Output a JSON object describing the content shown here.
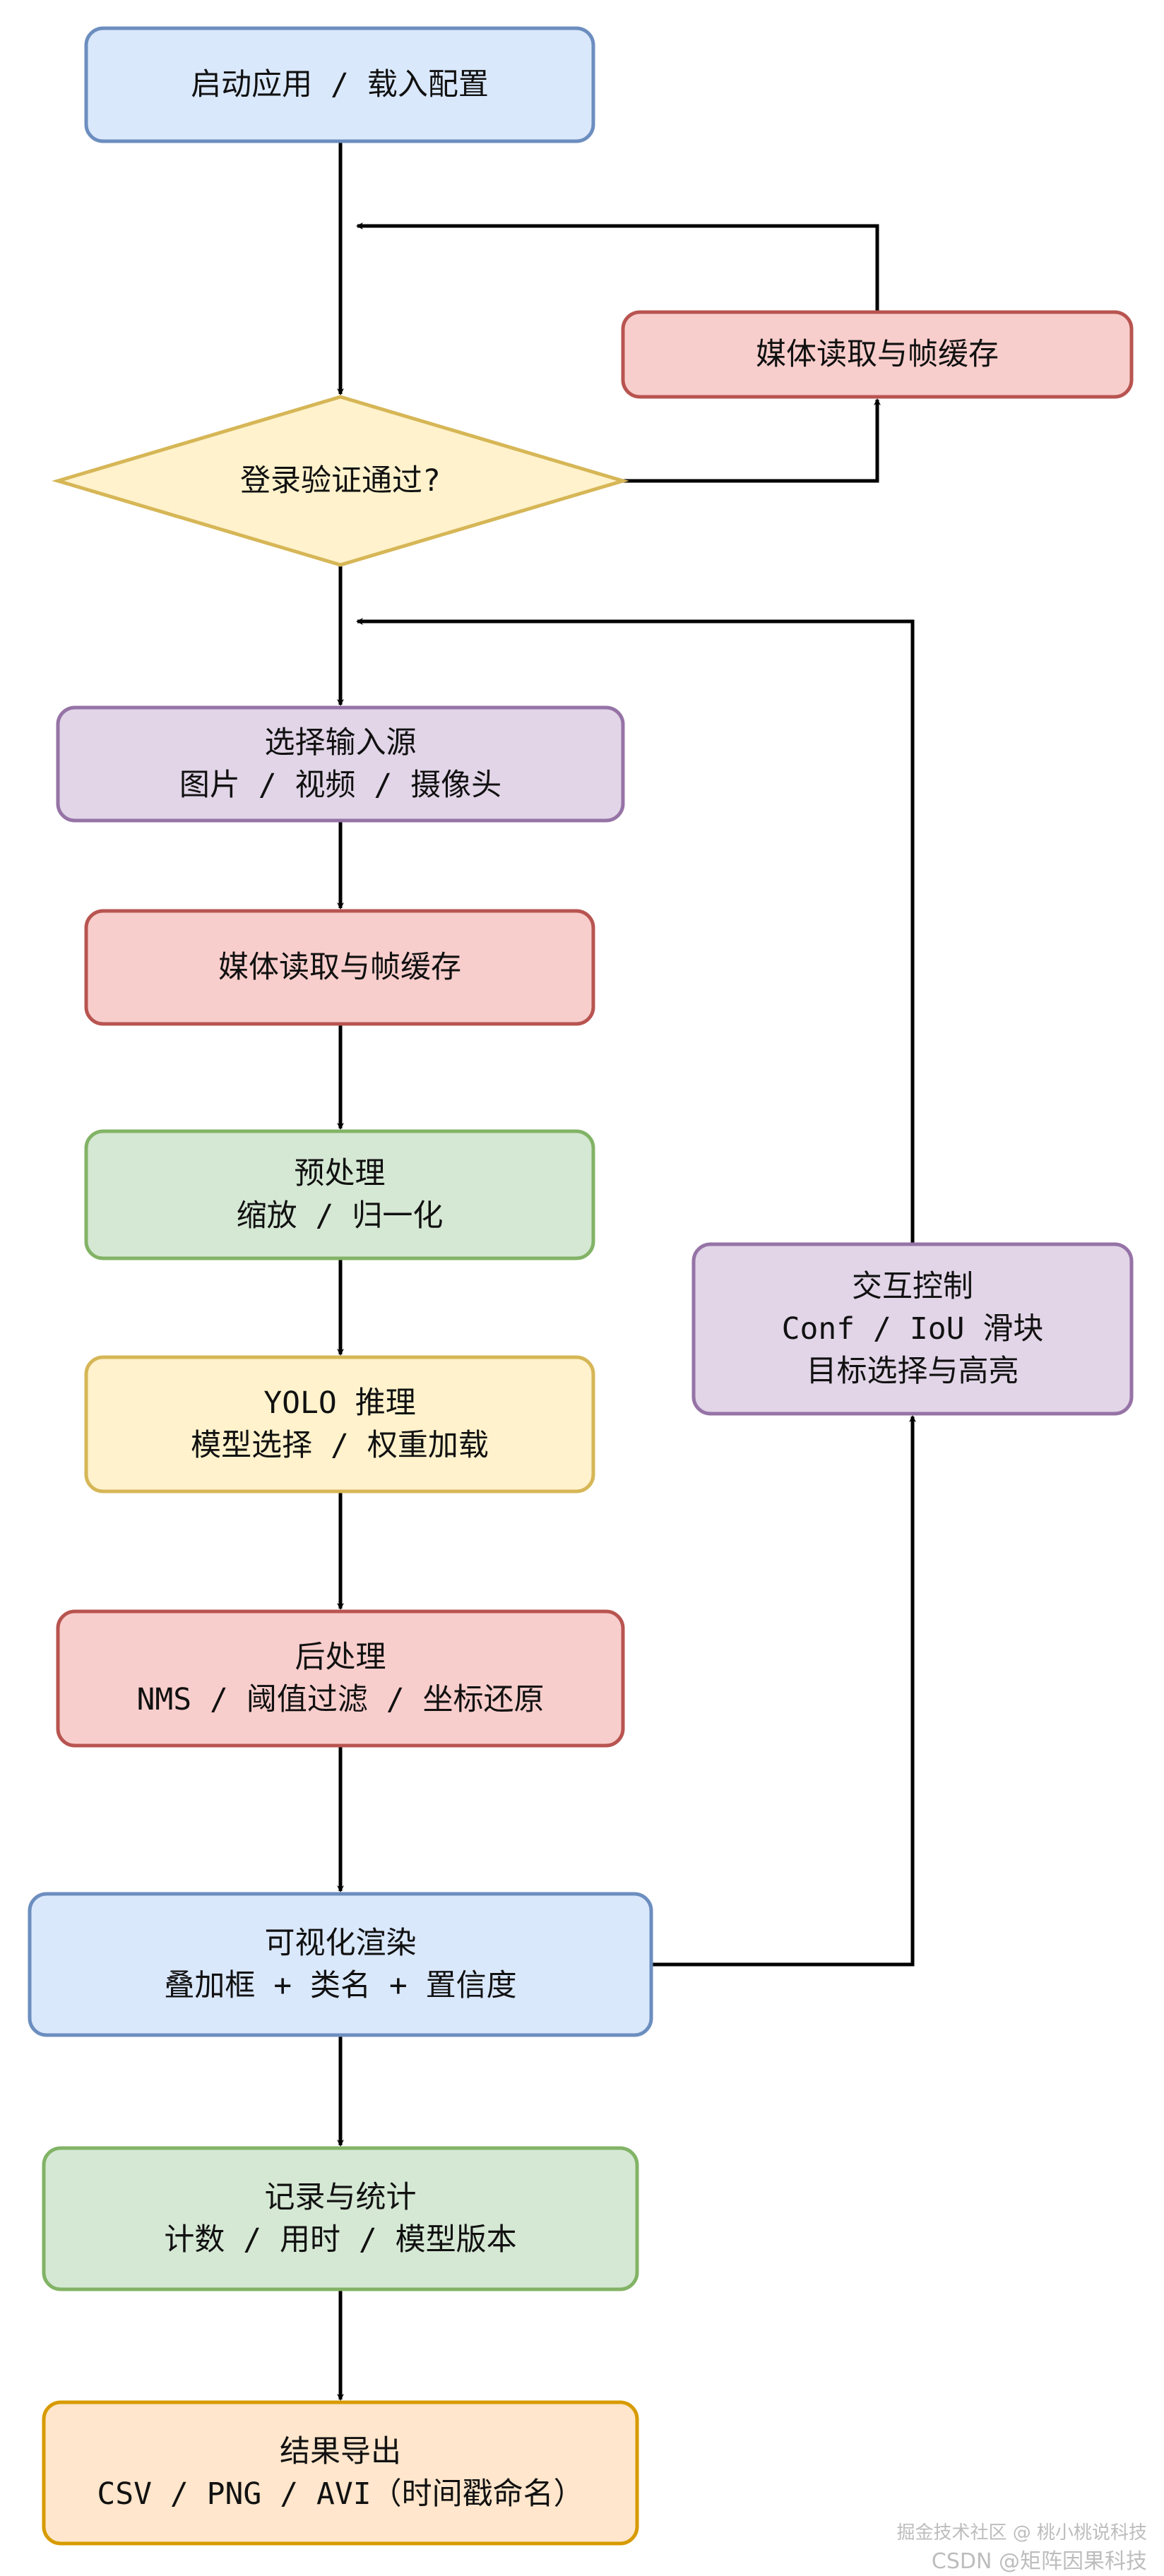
{
  "nodes": [
    {
      "id": "start",
      "lines": [
        "启动应用 / 载入配置"
      ]
    },
    {
      "id": "media_side",
      "lines": [
        "媒体读取与帧缓存"
      ]
    },
    {
      "id": "login",
      "lines": [
        "登录验证通过?"
      ]
    },
    {
      "id": "input",
      "lines": [
        "选择输入源",
        "图片 / 视频 / 摄像头"
      ]
    },
    {
      "id": "media",
      "lines": [
        "媒体读取与帧缓存"
      ]
    },
    {
      "id": "preprocess",
      "lines": [
        "预处理",
        "缩放 / 归一化"
      ]
    },
    {
      "id": "yolo",
      "lines": [
        "YOLO 推理",
        "模型选择 / 权重加载"
      ]
    },
    {
      "id": "postprocess",
      "lines": [
        "后处理",
        "NMS / 阈值过滤 / 坐标还原"
      ]
    },
    {
      "id": "interact",
      "lines": [
        "交互控制",
        "Conf / IoU 滑块",
        "目标选择与高亮"
      ]
    },
    {
      "id": "render",
      "lines": [
        "可视化渲染",
        "叠加框 + 类名 + 置信度"
      ]
    },
    {
      "id": "record",
      "lines": [
        "记录与统计",
        "计数 / 用时 / 模型版本"
      ]
    },
    {
      "id": "export",
      "lines": [
        "结果导出",
        "CSV / PNG / AVI（时间戳命名）"
      ]
    }
  ],
  "colors": {
    "blue_fill": "#dae8fc",
    "blue_stroke": "#6c8ebf",
    "red_fill": "#f8cecc",
    "red_stroke": "#b85450",
    "yellow_fill": "#fff2cc",
    "yellow_stroke": "#d6b656",
    "purple_fill": "#e1d5e7",
    "purple_stroke": "#9673a6",
    "green_fill": "#d5e8d4",
    "green_stroke": "#82b366",
    "orange_fill": "#ffe6cc",
    "orange_stroke": "#d79b00",
    "edge": "#000000"
  },
  "watermark": {
    "line1": "掘金技术社区 @ 桃小桃说科技",
    "line2": "CSDN @矩阵因果科技"
  }
}
